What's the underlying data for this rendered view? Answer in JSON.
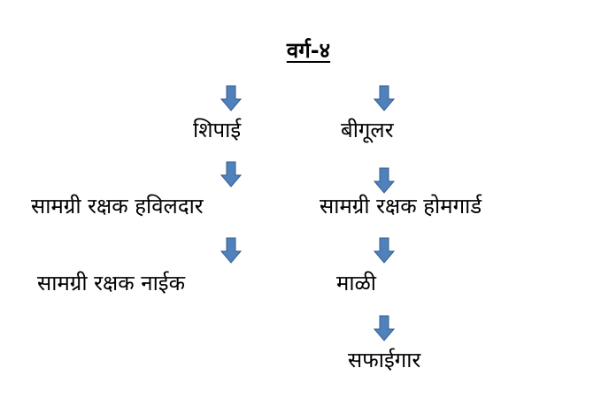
{
  "title": "वर्ग-४",
  "arrow_color": "#4f81bd",
  "arrow_stroke": "#385d8a",
  "left_column": [
    "शिपाई",
    "सामग्री रक्षक हविलदार",
    "सामग्री रक्षक नाईक"
  ],
  "right_column": [
    "बीगूलर",
    "सामग्री रक्षक होमगार्ड",
    "माळी",
    "सफाईगार"
  ]
}
